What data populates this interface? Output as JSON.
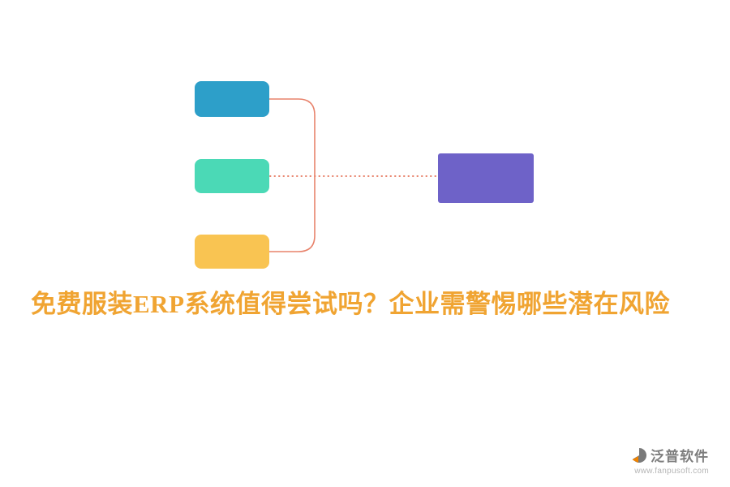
{
  "diagram": {
    "nodes": [
      {
        "id": "top-box",
        "color": "#2D9FC9"
      },
      {
        "id": "middle-box",
        "color": "#4BD9B6"
      },
      {
        "id": "bottom-box",
        "color": "#F9C452"
      },
      {
        "id": "result-box",
        "color": "#6E62C8"
      }
    ],
    "connector_color": "#E8836C"
  },
  "title": {
    "text": "免费服装ERP系统值得尝试吗？企业需警惕哪些潜在风险",
    "color": "#F0A432"
  },
  "footer": {
    "brand": "泛普软件",
    "website": "www.fanpusoft.com",
    "logo_gray": "#7a7a7a",
    "logo_orange": "#F08300"
  }
}
